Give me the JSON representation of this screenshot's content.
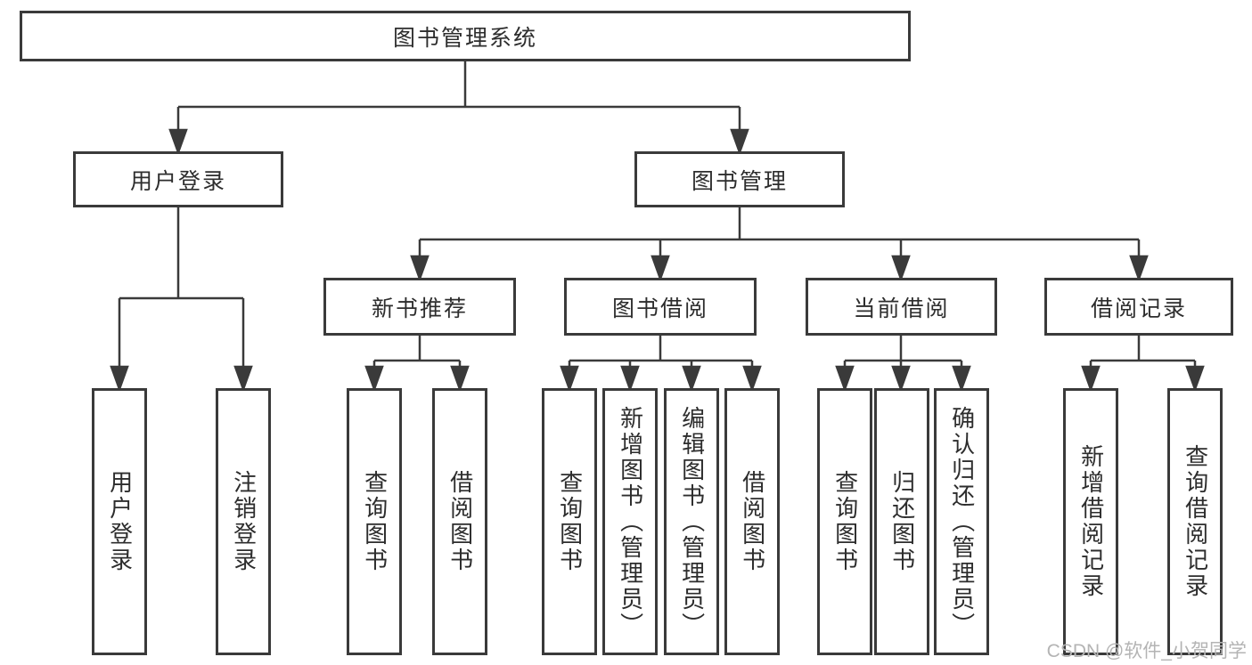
{
  "diagram": {
    "root": {
      "label": "图书管理系统"
    },
    "level2": [
      {
        "label": "用户登录"
      },
      {
        "label": "图书管理"
      }
    ],
    "level3": [
      {
        "label": "新书推荐"
      },
      {
        "label": "图书借阅"
      },
      {
        "label": "当前借阅"
      },
      {
        "label": "借阅记录"
      }
    ],
    "leaves": {
      "user_login": [
        "用户登录",
        "注销登录"
      ],
      "new_books": [
        "查询图书",
        "借阅图书"
      ],
      "book_borrow": [
        "查询图书",
        "新增图书（管理员）",
        "编辑图书（管理员）",
        "借阅图书"
      ],
      "current_borrow": [
        "查询图书",
        "归还图书",
        "确认归还（管理员）"
      ],
      "borrow_records": [
        "新增借阅记录",
        "查询借阅记录"
      ]
    },
    "watermark": "CSDN @软件_小贺同学",
    "colors": {
      "line": "#3a3a3a",
      "border": "#3a3a3a",
      "text": "#2d2d2d",
      "watermark": "#b4b4b4",
      "background": "#ffffff"
    }
  }
}
